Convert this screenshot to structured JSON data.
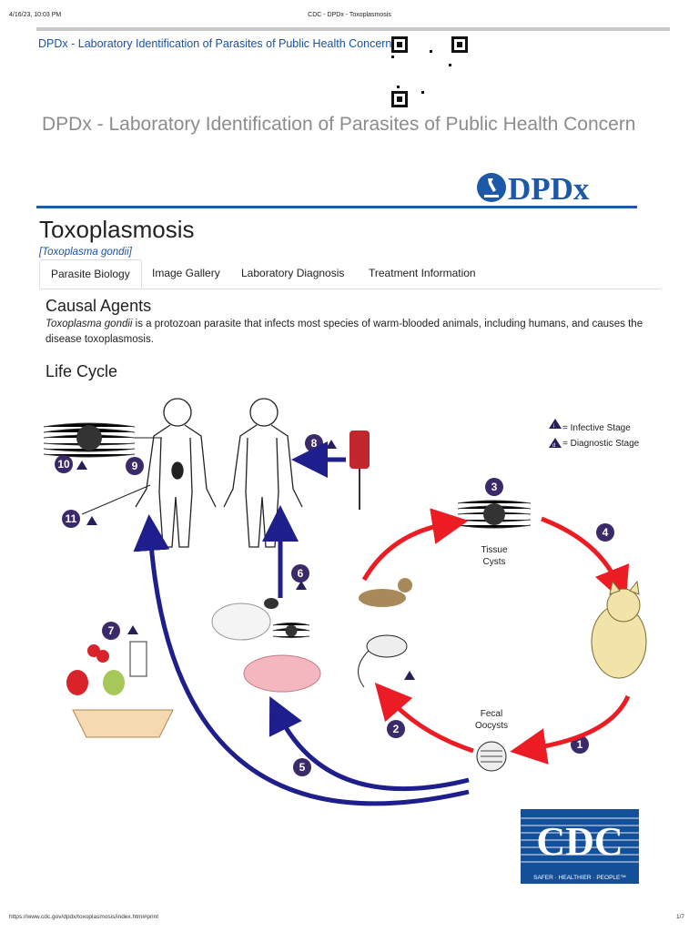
{
  "print_header": {
    "timestamp": "4/16/23, 10:03 PM",
    "title": "CDC - DPDx - Toxoplasmosis"
  },
  "top_link": "DPDx - Laboratory Identification of Parasites of Public Health Concern",
  "site_title": "DPDx - Laboratory Identification of Parasites of Public Health Concern",
  "logo": {
    "text": "DPDx",
    "brand_color": "#1d59a8",
    "icon": "microscope-icon"
  },
  "page": {
    "title": "Toxoplasmosis",
    "scientific_name": "[Toxoplasma gondii]"
  },
  "tabs": [
    {
      "label": "Parasite Biology",
      "active": true
    },
    {
      "label": "Image Gallery",
      "active": false
    },
    {
      "label": "Laboratory Diagnosis",
      "active": false
    },
    {
      "label": "Treatment Information",
      "active": false
    }
  ],
  "causal_agents": {
    "heading": "Causal Agents",
    "species": "Toxoplasma gondii",
    "text": " is a protozoan parasite that infects most species of warm-blooded animals, including humans, and causes the disease toxoplasmosis."
  },
  "life_cycle": {
    "heading": "Life Cycle",
    "legend": {
      "infective": "= Infective Stage",
      "diagnostic": "= Diagnostic Stage",
      "infective_symbol": "i",
      "diagnostic_symbol": "d"
    },
    "labels": {
      "tissue_cysts_1": "Tissue",
      "tissue_cysts_2": "Cysts",
      "fecal_oocysts_1": "Fecal",
      "fecal_oocysts_2": "Oocysts"
    },
    "steps": [
      "1",
      "2",
      "3",
      "4",
      "5",
      "6",
      "7",
      "8",
      "9",
      "10",
      "11"
    ],
    "colors": {
      "infection_arrow": "#eb1c24",
      "host_arrow": "#1e1e8c",
      "badge": "#3a2a6a"
    }
  },
  "cdc_logo": {
    "text": "CDC",
    "tagline": "SAFER · HEALTHIER · PEOPLE™",
    "color": "#14509a"
  },
  "print_footer": {
    "url": "https://www.cdc.gov/dpdx/toxoplasmosis/index.html#print",
    "page": "1/7"
  }
}
